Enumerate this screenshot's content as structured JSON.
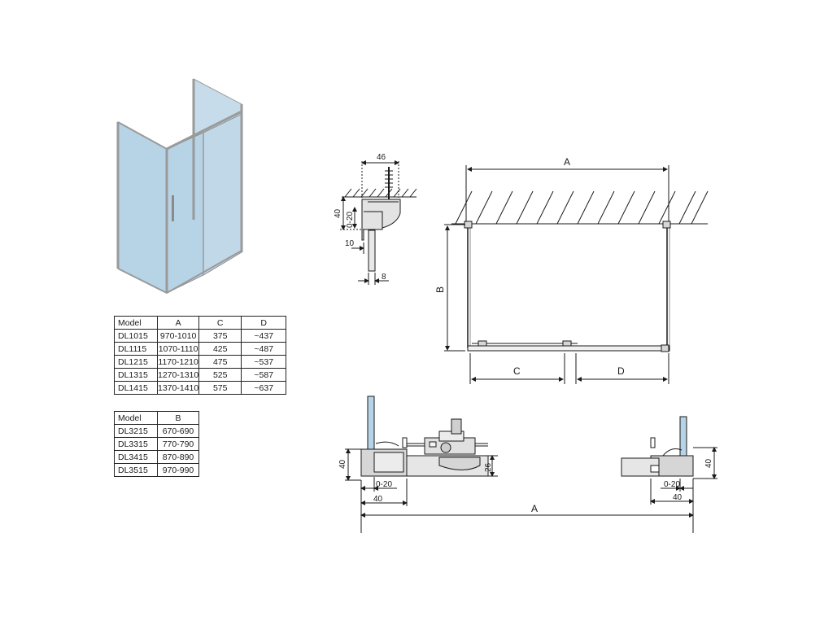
{
  "product_table": {
    "headers": [
      "Model",
      "A",
      "C",
      "D"
    ],
    "rows": [
      [
        "DL1015",
        "970-1010",
        "375",
        "~437"
      ],
      [
        "DL1115",
        "1070-1110",
        "425",
        "~487"
      ],
      [
        "DL1215",
        "1170-1210",
        "475",
        "~537"
      ],
      [
        "DL1315",
        "1270-1310",
        "525",
        "~587"
      ],
      [
        "DL1415",
        "1370-1410",
        "575",
        "~637"
      ]
    ]
  },
  "side_table": {
    "headers": [
      "Model",
      "B"
    ],
    "rows": [
      [
        "DL3215",
        "670-690"
      ],
      [
        "DL3315",
        "770-790"
      ],
      [
        "DL3415",
        "870-890"
      ],
      [
        "DL3515",
        "970-990"
      ]
    ]
  },
  "profile_detail": {
    "width_label": "46",
    "height_label": "40",
    "adjust_label": "0-20",
    "offset_label": "10",
    "glass_label": "8"
  },
  "plan_view": {
    "width_label": "A",
    "depth_label": "B",
    "door_label": "C",
    "fixed_label": "D"
  },
  "bottom_detail": {
    "left_height_label": "40",
    "left_adjust_label": "0-20",
    "left_width_label": "40",
    "track_label": "26",
    "right_height_label": "40",
    "right_adjust_label": "0-20",
    "right_width_label": "40",
    "overall_label": "A"
  },
  "colors": {
    "glass": "#b7d3e6",
    "frame": "#9a9a9a",
    "line": "#1a1a1a",
    "gray_fill": "#d6d6d6"
  }
}
